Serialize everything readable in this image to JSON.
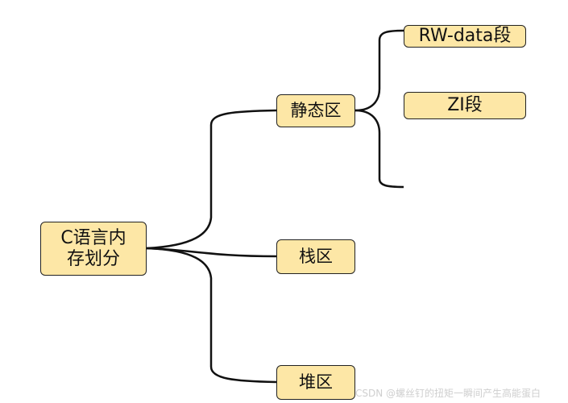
{
  "diagram": {
    "root": {
      "line1": "C语言内",
      "line2": "存划分"
    },
    "branches": {
      "static": "静态区",
      "stack": "栈区",
      "heap": "堆区"
    },
    "static_children": {
      "rw_data": "RW-data段",
      "zi": "ZI段"
    }
  },
  "watermark": "CSDN @螺丝钉的扭矩一瞬间产生高能蛋白",
  "colors": {
    "node_fill": "#fde7a6",
    "node_border": "#222222",
    "connector": "#111111"
  }
}
